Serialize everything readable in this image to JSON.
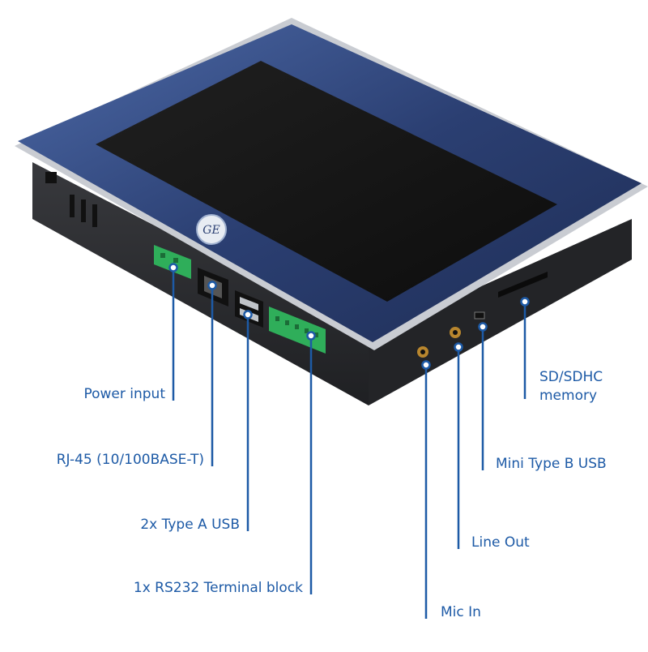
{
  "colors": {
    "callout": "#1d5aa6",
    "bezel": "#2b3f72",
    "bezel_highlight": "#4d6aa8",
    "screen": "#161616",
    "housing": "#2a2b2e",
    "terminal_green": "#2fae5a",
    "rim_silver": "#c9ccd2"
  },
  "logo": {
    "text": "GE"
  },
  "callouts": {
    "power_input": "Power input",
    "rj45": "RJ-45 (10/100BASE-T)",
    "usb_type_a": "2x Type A USB",
    "rs232": "1x RS232 Terminal block",
    "mic_in": "Mic In",
    "line_out": "Line Out",
    "mini_usb": "Mini Type B USB",
    "sd_line1": "SD/SDHC",
    "sd_line2": "memory"
  }
}
